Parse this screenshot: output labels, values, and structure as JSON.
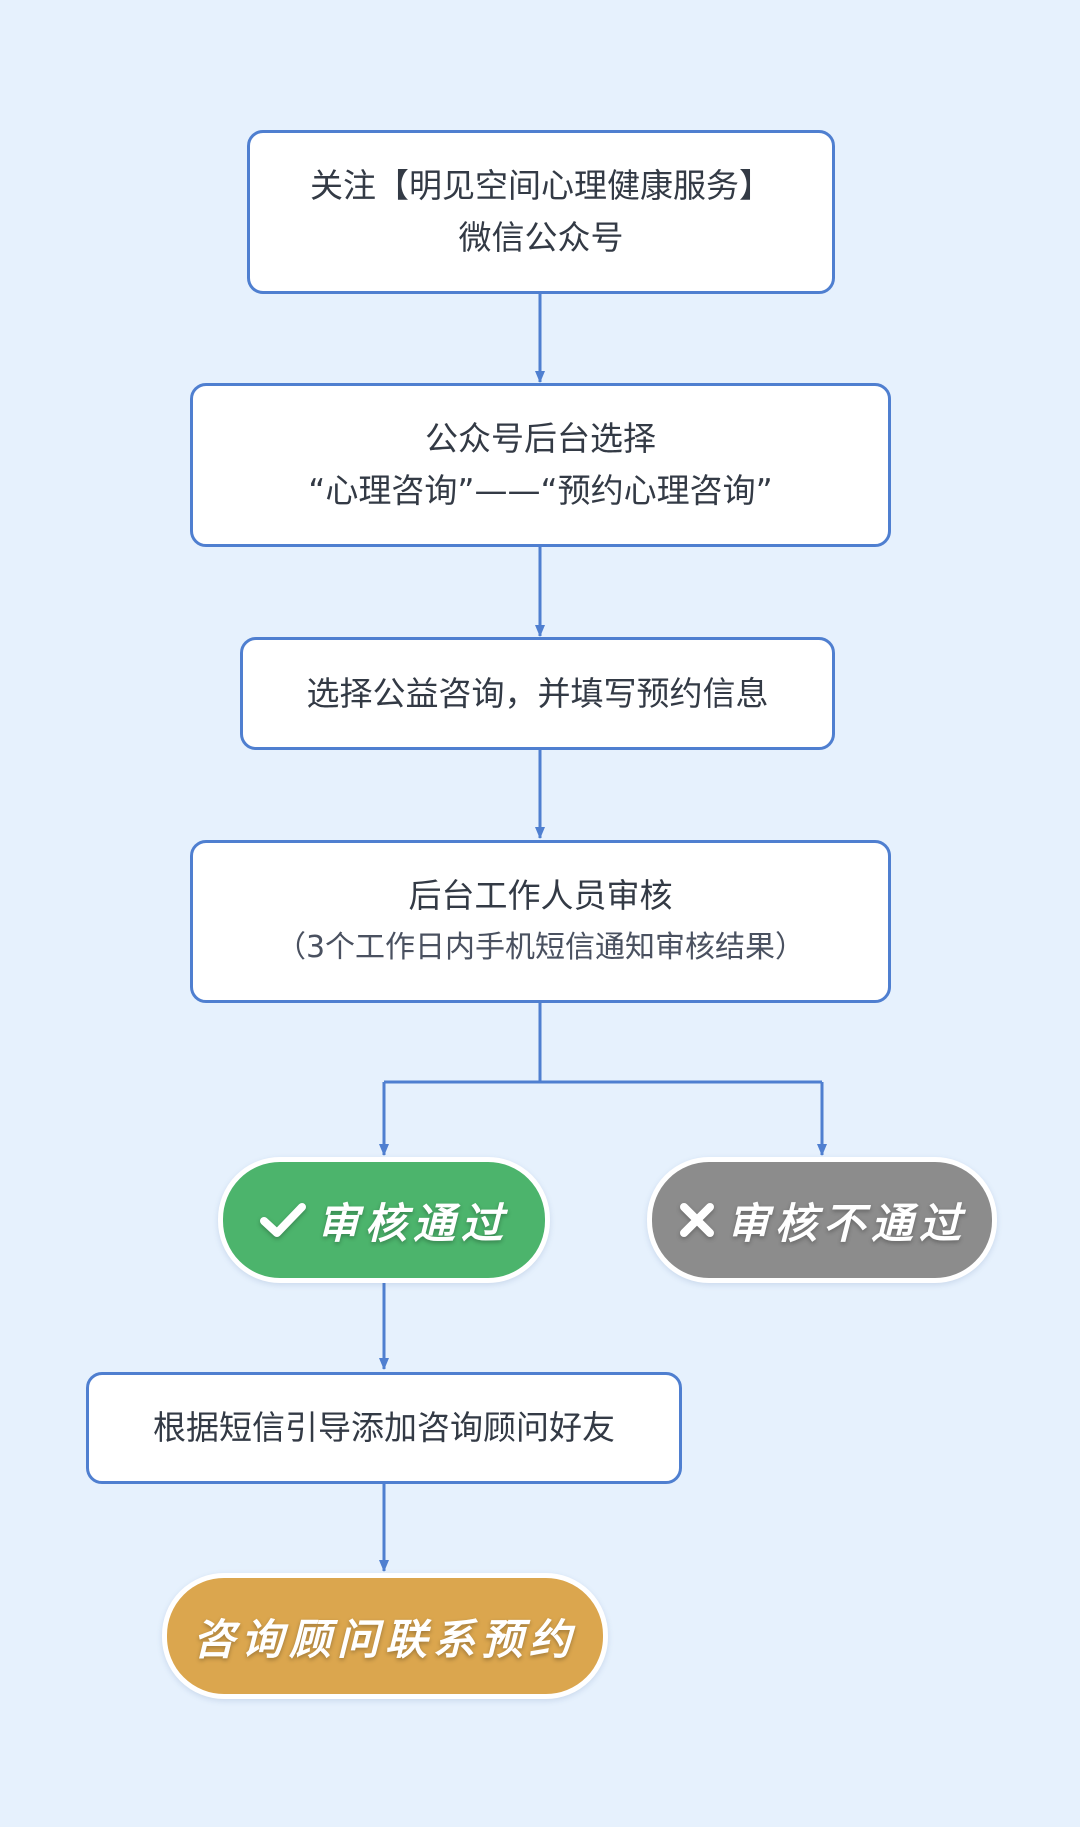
{
  "steps": [
    {
      "lines": [
        "关注【明见空间心理健康服务】",
        "微信公众号"
      ]
    },
    {
      "lines": [
        "公众号后台选择",
        "“心理咨询”——“预约心理咨询”"
      ]
    },
    {
      "lines": [
        "选择公益咨询，并填写预约信息"
      ]
    },
    {
      "lines": [
        "后台工作人员审核"
      ],
      "sub": "（3个工作日内手机短信通知审核结果）"
    },
    {
      "lines": [
        "根据短信引导添加咨询顾问好友"
      ]
    }
  ],
  "outcomes": {
    "approved": {
      "label": "审核通过",
      "icon": "check-icon",
      "color": "#4cb46c"
    },
    "rejected": {
      "label": "审核不通过",
      "icon": "cross-icon",
      "color": "#8c8c8c"
    },
    "final": {
      "label": "咨询顾问联系预约",
      "color": "#dba64e"
    }
  },
  "colors": {
    "background": "#e6f1fd",
    "box_border": "#4f7fd0",
    "connector": "#4f7fd0"
  }
}
